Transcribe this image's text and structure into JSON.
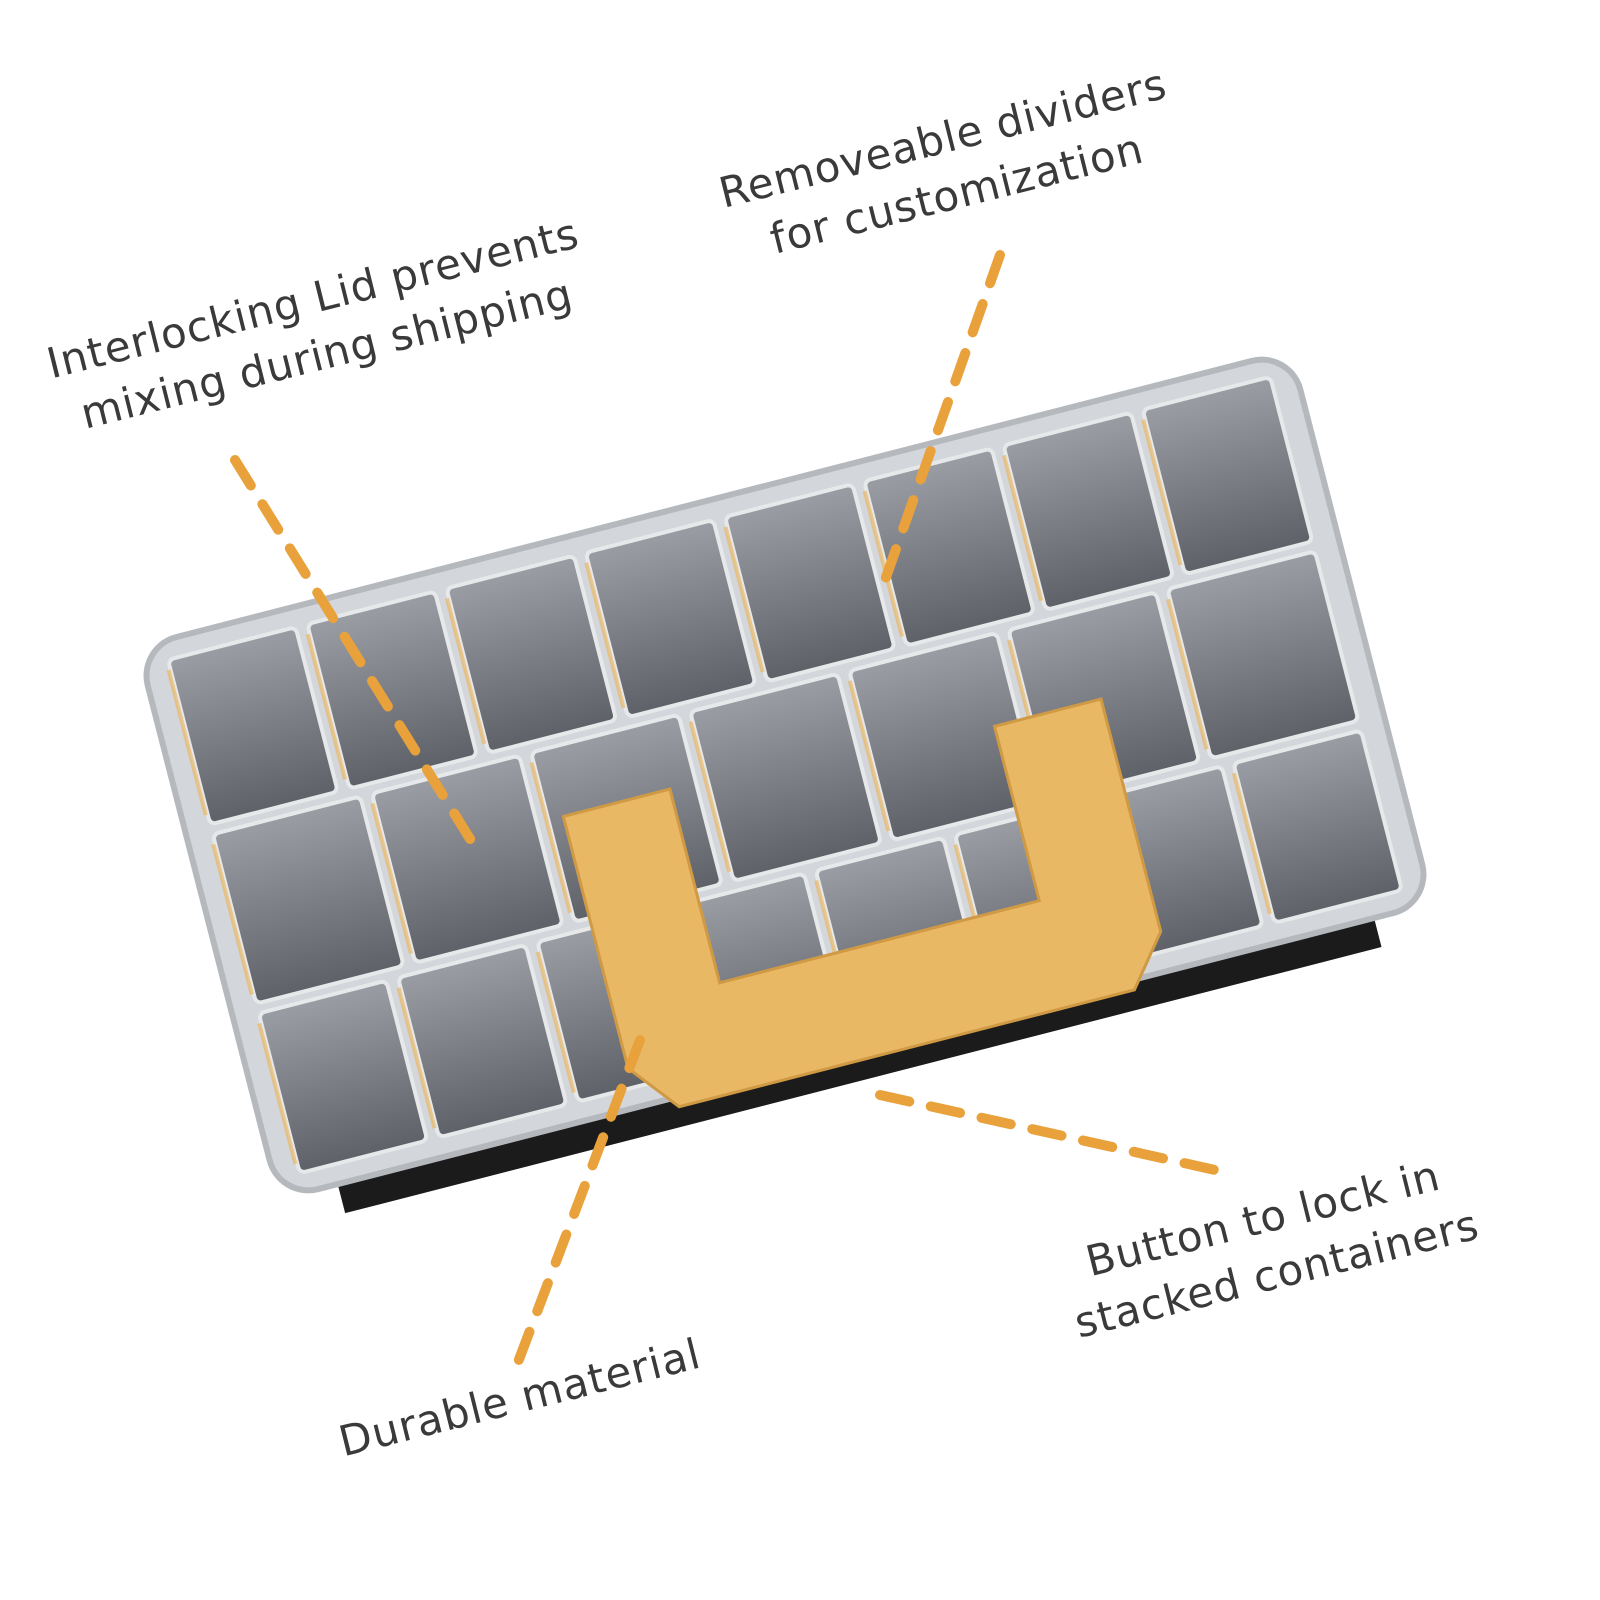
{
  "callouts": {
    "interlocking_lid": [
      "Interlocking Lid prevents",
      "mixing during shipping"
    ],
    "dividers": [
      "Removeable dividers",
      "for customization"
    ],
    "durable": [
      "Durable material"
    ],
    "button": [
      "Button to lock in",
      "stacked containers"
    ]
  },
  "colors": {
    "accent": "#E9A23B",
    "handle": "#E8B865",
    "box": "#C9CDD2",
    "compartment": "#6E7278",
    "text": "#3a3a3a"
  }
}
